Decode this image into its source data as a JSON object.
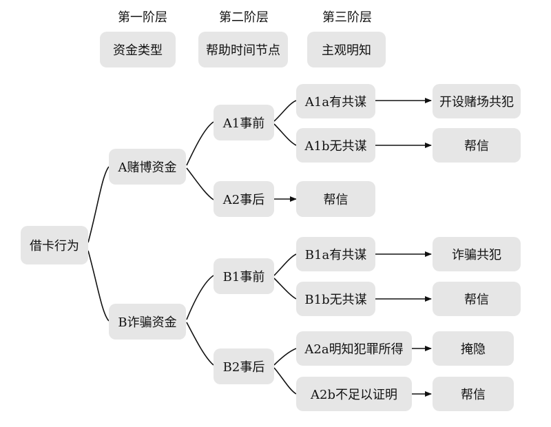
{
  "headers": {
    "level1": "第一阶层",
    "level2": "第二阶层",
    "level3": "第三阶层",
    "level1_box": "资金类型",
    "level2_box": "帮助时间节点",
    "level3_box": "主观明知"
  },
  "nodes": {
    "root": "借卡行为",
    "a": "A赌博资金",
    "b": "B诈骗资金",
    "a1": "A1事前",
    "a2": "A2事后",
    "b1": "B1事前",
    "b2": "B2事后",
    "a1a": "A1a有共谋",
    "a1b": "A1b无共谋",
    "a2_result": "帮信",
    "b1a": "B1a有共谋",
    "b1b": "B1b无共谋",
    "b2a": "A2a明知犯罪所得",
    "b2b": "A2b不足以证明",
    "r_a1a": "开设赌场共犯",
    "r_a1b": "帮信",
    "r_b1a": "诈骗共犯",
    "r_b1b": "帮信",
    "r_b2a": "掩隐",
    "r_b2b": "帮信"
  },
  "colors": {
    "box_fill": "#e6e6e6",
    "line": "#111111"
  }
}
